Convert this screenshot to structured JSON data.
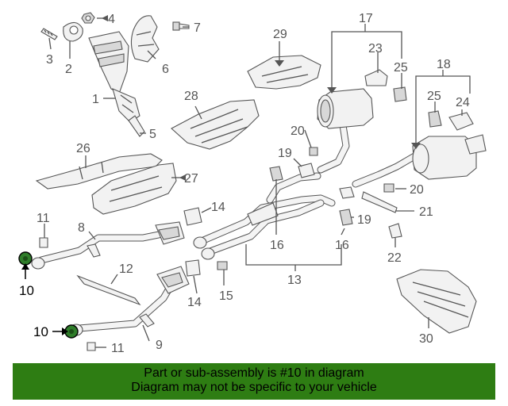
{
  "diagram": {
    "callouts": {
      "c1": "1",
      "c2": "2",
      "c3": "3",
      "c4": "4",
      "c5": "5",
      "c6": "6",
      "c7": "7",
      "c8": "8",
      "c9": "9",
      "c10a": "10",
      "c10b": "10",
      "c11a": "11",
      "c11b": "11",
      "c12": "12",
      "c13": "13",
      "c14a": "14",
      "c14b": "14",
      "c15": "15",
      "c16a": "16",
      "c16b": "16",
      "c17": "17",
      "c18": "18",
      "c19a": "19",
      "c19b": "19",
      "c20a": "20",
      "c20b": "20",
      "c21": "21",
      "c22": "22",
      "c23": "23",
      "c24": "24",
      "c25a": "25",
      "c25b": "25",
      "c26": "26",
      "c27": "27",
      "c28": "28",
      "c29": "29",
      "c30": "30"
    },
    "highlight_color": "#2f7d2a"
  },
  "footer": {
    "line1": "Part or sub-assembly is #10 in diagram",
    "line2": "Diagram may not be specific to your vehicle",
    "background": "#2e7d13"
  }
}
